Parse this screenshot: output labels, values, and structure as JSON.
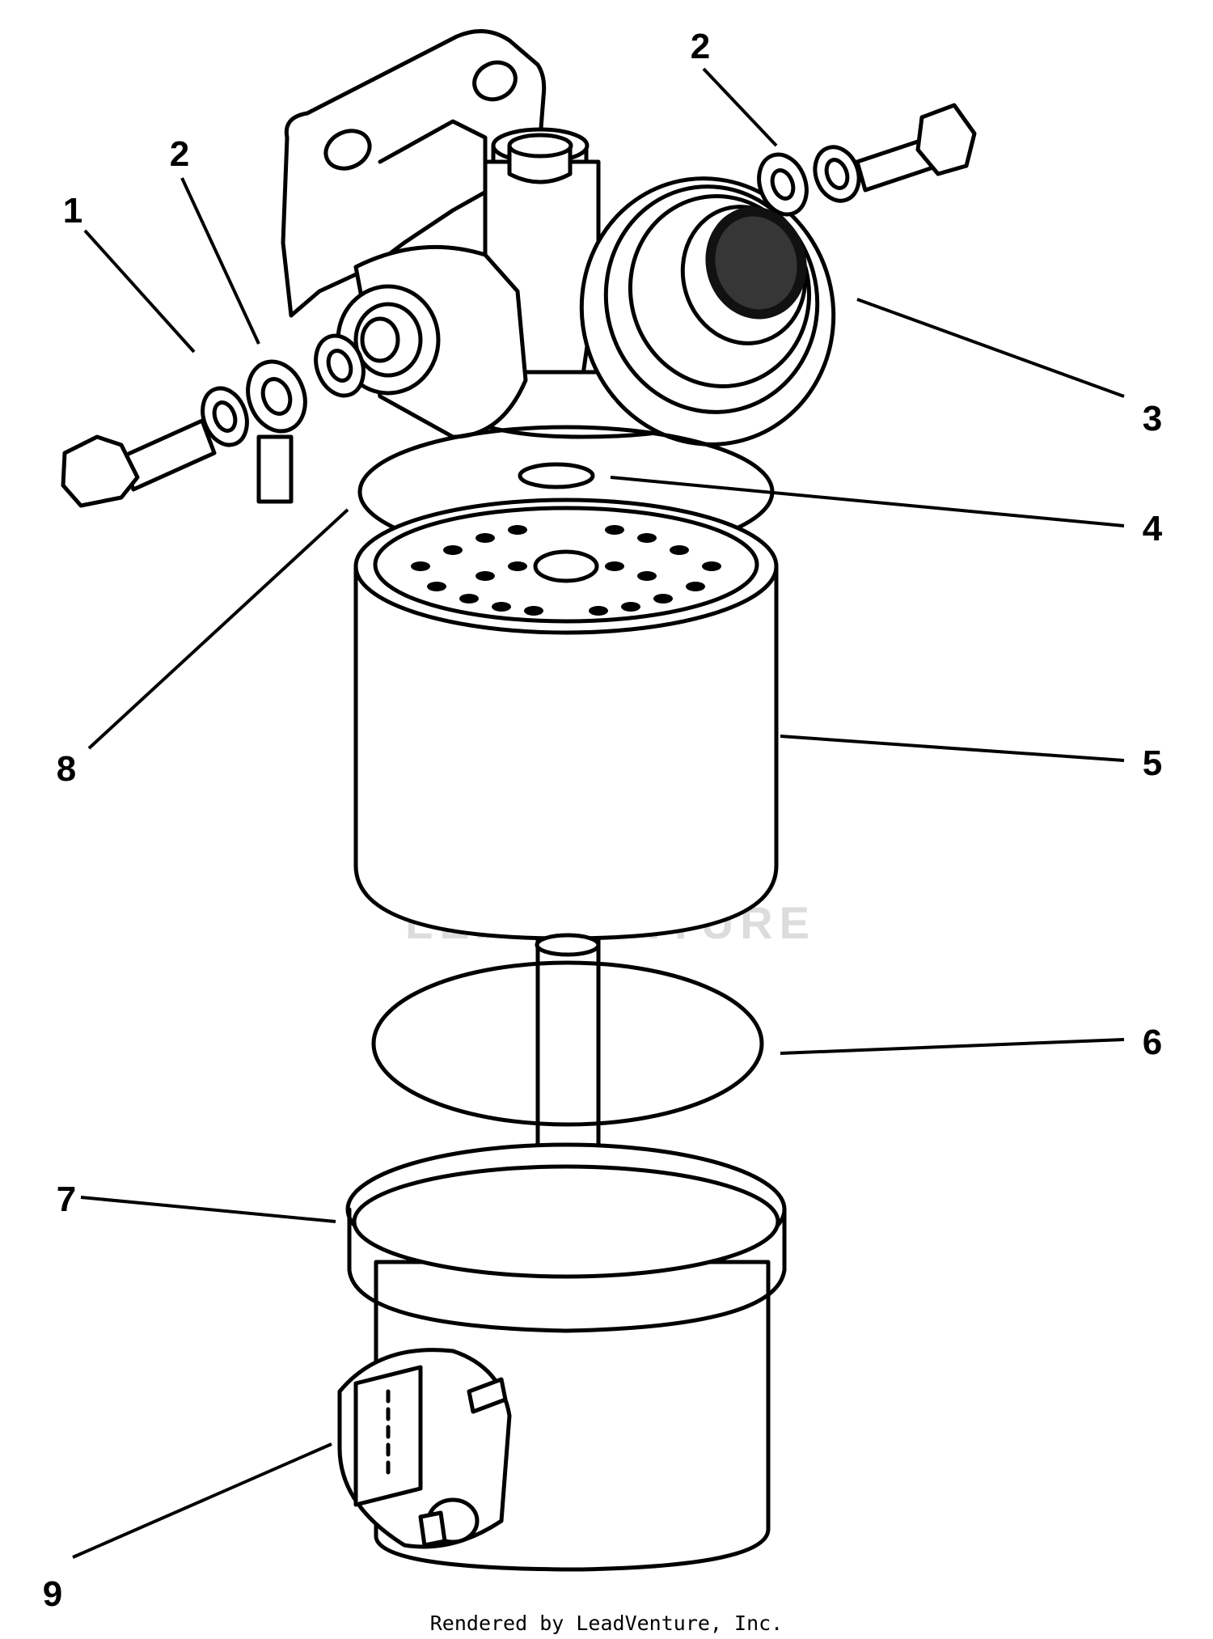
{
  "callouts": {
    "c1": "1",
    "c2a": "2",
    "c2b": "2",
    "c3": "3",
    "c4": "4",
    "c5": "5",
    "c6": "6",
    "c7": "7",
    "c8": "8",
    "c9": "9"
  },
  "watermark": "LEADVENTURE",
  "footer": "Rendered by LeadVenture, Inc.",
  "colors": {
    "ink": "#000000",
    "background": "#ffffff",
    "watermark": "#d9d9d9"
  }
}
